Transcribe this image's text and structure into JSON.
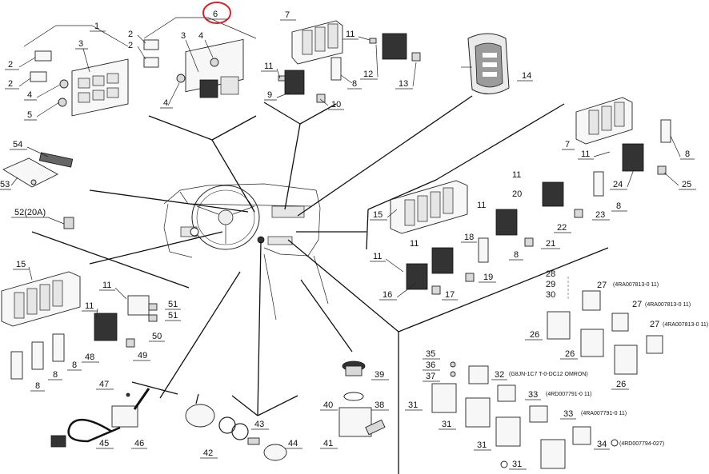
{
  "diagram": {
    "highlight_color": "#d8232a",
    "labels": {
      "l1": "1",
      "l2a": "2",
      "l2b": "2",
      "l3a": "3",
      "l4a": "4",
      "l5": "5",
      "l2c": "2",
      "l2d": "2",
      "l3b": "3",
      "l4b": "4",
      "l4c": "4",
      "l6": "6",
      "l7a": "7",
      "l11a": "11",
      "l8a": "8",
      "l9": "9",
      "l10": "10",
      "l11b": "11",
      "l12": "12",
      "l13": "13",
      "l14": "14",
      "l7b": "7",
      "l11c": "11",
      "l8b": "8",
      "l24": "24",
      "l25": "25",
      "l54": "54",
      "l53": "53",
      "l52": "52(20A)",
      "l11d": "11",
      "l20": "20",
      "l22": "22",
      "l23": "23",
      "l8c": "8",
      "l15a": "15",
      "l11e": "11",
      "l18": "18",
      "l21": "21",
      "l8d": "8",
      "l11f": "11",
      "l16": "16",
      "l17": "17",
      "l19": "19",
      "l15b": "15",
      "l11g": "11",
      "l51a": "51",
      "l51b": "51",
      "l11h": "11",
      "l50": "50",
      "l48": "48",
      "l49": "49",
      "l8e": "8",
      "l8f": "8",
      "l8g": "8",
      "l28": "28",
      "l29": "29",
      "l30": "30",
      "l27a": "27",
      "t27a": "(4RA007813-0  11)",
      "l27b": "27",
      "t27b": "(4RA007813-0  11)",
      "l27c": "27",
      "t27c": "(4RA007813-0  11)",
      "l26a": "26",
      "l26b": "26",
      "l26c": "26",
      "l35": "35",
      "l36": "36",
      "l37": "37",
      "l32": "32",
      "t32": "(G8JN-1C7  T-0-DC12 OMRON)",
      "l33a": "33",
      "t33a": "(4RD007791-0  11)",
      "l33b": "33",
      "t33b": "(4RA007791-0  11)",
      "l34": "34",
      "t34": "(4RD007794-027)",
      "l31a": "31",
      "l31b": "31",
      "l31c": "31",
      "l31d": "31",
      "l39": "39",
      "l40": "40",
      "l38": "38",
      "l41": "41",
      "l47": "47",
      "l45": "45",
      "l46": "46",
      "l42": "42",
      "l43": "43",
      "l44": "44"
    }
  }
}
